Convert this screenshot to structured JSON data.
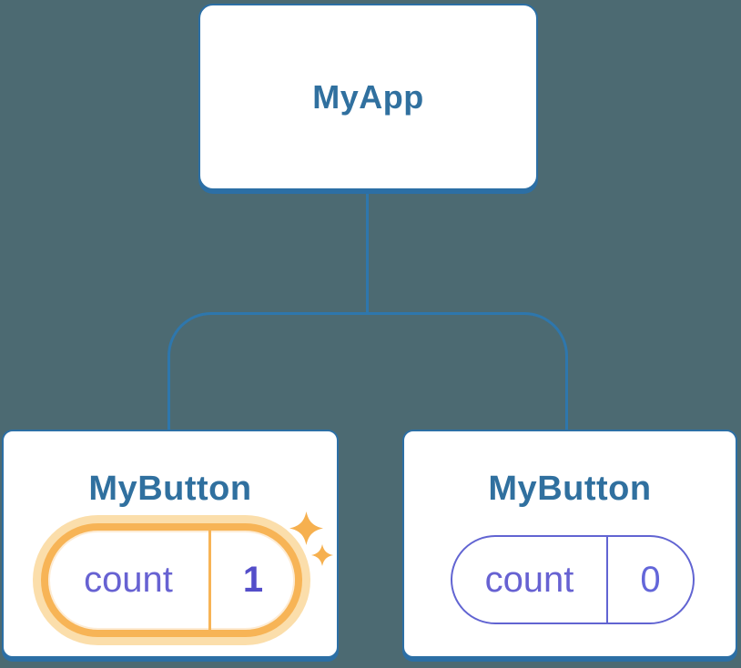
{
  "colors": {
    "background": "#4C6A72",
    "card_background": "#FFFFFF",
    "node_border": "#2C6FA5",
    "connector_line": "#2E77AD",
    "node_label_text": "#30709F",
    "state_key_text": "#6762D2",
    "state_value_highlight_text": "#544EC9",
    "state_pill_border": "#6164D2",
    "highlight_ring": "#F7B456",
    "highlight_halo": "#FBDEAB",
    "sparkle": "#F6B04F"
  },
  "tree": {
    "root": {
      "label": "MyApp"
    },
    "children": [
      {
        "label": "MyButton",
        "state": {
          "key": "count",
          "value": "1"
        },
        "highlighted": true,
        "icons": [
          "sparkle-icon-large",
          "sparkle-icon-small"
        ]
      },
      {
        "label": "MyButton",
        "state": {
          "key": "count",
          "value": "0"
        },
        "highlighted": false
      }
    ]
  }
}
